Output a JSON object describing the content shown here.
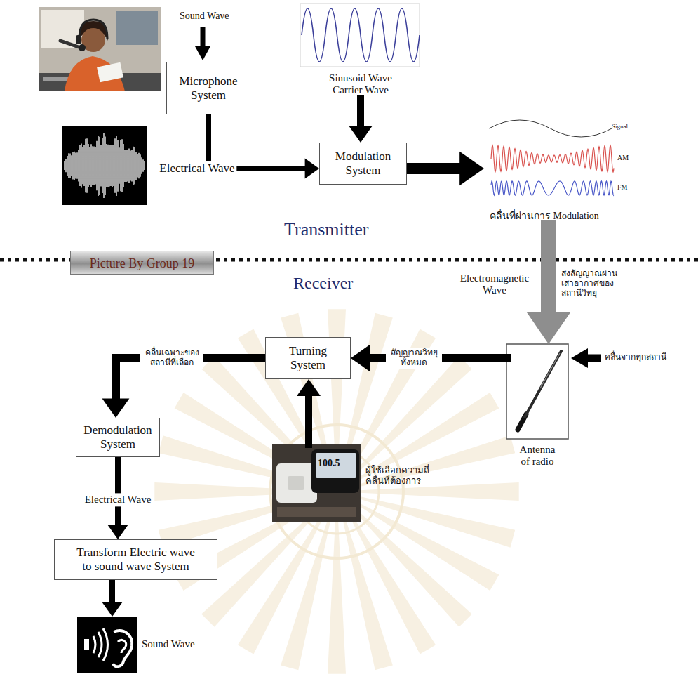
{
  "diagram": {
    "nodes": [
      {
        "text": [
          "Microphone System"
        ]
      },
      {
        "text": [
          "Sinusoid Wave Carrier Wave"
        ]
      },
      {
        "text": [
          "Modulation System"
        ]
      },
      {
        "text": [
          "Signal",
          "AM",
          "FM",
          "คลื่นที่ผ่านการ Modulation"
        ]
      },
      {
        "text": [
          "Antenna of radio"
        ]
      },
      {
        "text": [
          "Turning System"
        ]
      },
      {
        "text": [
          "100.5",
          "ผู้ใช้เลือกความถี่ คลื่นที่ต้องการ"
        ]
      },
      {
        "text": [
          "Demodulation System"
        ]
      },
      {
        "text": [
          "Transform Electric wave to sound wave System"
        ]
      },
      {
        "text": [
          "Sound Wave"
        ]
      }
    ],
    "edges": [
      {
        "from": 0,
        "to": 2,
        "arrow": "to",
        "label": "Electrical Wave"
      },
      {
        "from": 1,
        "to": 2,
        "arrow": "to"
      },
      {
        "from": 2,
        "to": 3,
        "arrow": "to"
      },
      {
        "from": 3,
        "to": 4,
        "arrow": "to",
        "label": "Electromagnetic Wave"
      },
      {
        "from": 4,
        "to": 5,
        "arrow": "to",
        "label": "สัญญาณวิทยุ ทั้งหมด"
      },
      {
        "from": 6,
        "to": 5,
        "arrow": "to"
      },
      {
        "from": 5,
        "to": 7,
        "arrow": "to",
        "label": "คลื่นเฉพาะของ สถานีที่เลือก"
      },
      {
        "from": 7,
        "to": 8,
        "arrow": "to",
        "label": "Electrical Wave"
      },
      {
        "from": 8,
        "to": 9,
        "arrow": "to"
      }
    ],
    "labels": [
      "Sound Wave",
      "Transmitter",
      "Picture By Group 19",
      "Receiver",
      "ส่งสัญญาณผ่าน เสาอากาศของ สถานีวิทยุ",
      "คลื่นจากทุกสถานี"
    ]
  }
}
